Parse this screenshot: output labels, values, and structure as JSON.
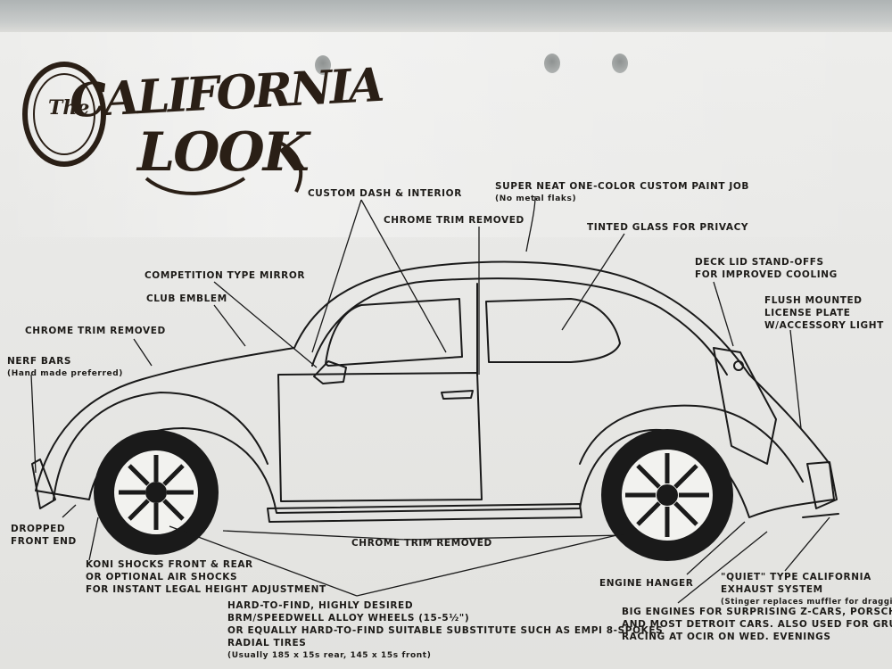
{
  "logo": {
    "the": "The",
    "line1": "CALIFORNIA",
    "line2": "LOOK"
  },
  "labels": {
    "custom_dash": "CUSTOM DASH & INTERIOR",
    "paint_job": "SUPER NEAT ONE-COLOR CUSTOM PAINT JOB",
    "paint_job_note": "(No metal flaks)",
    "chrome_trim_top": "CHROME TRIM REMOVED",
    "tinted_glass": "TINTED GLASS FOR PRIVACY",
    "deck_lid_1": "DECK LID STAND-OFFS",
    "deck_lid_2": "FOR IMPROVED COOLING",
    "competition_mirror": "COMPETITION TYPE MIRROR",
    "club_emblem": "CLUB EMBLEM",
    "flush_plate_1": "FLUSH MOUNTED",
    "flush_plate_2": "LICENSE PLATE",
    "flush_plate_3": "W/ACCESSORY LIGHT",
    "chrome_trim_left": "CHROME TRIM REMOVED",
    "nerf_bars": "NERF BARS",
    "nerf_bars_note": "(Hand made preferred)",
    "dropped_1": "DROPPED",
    "dropped_2": "FRONT END",
    "chrome_trim_bottom": "CHROME TRIM REMOVED",
    "koni_1": "KONI SHOCKS FRONT & REAR",
    "koni_2": "OR OPTIONAL AIR SHOCKS",
    "koni_3": "FOR INSTANT LEGAL HEIGHT ADJUSTMENT",
    "engine_hanger": "ENGINE HANGER",
    "quiet_1": "\"QUIET\" TYPE CALIFORNIA",
    "quiet_2": "EXHAUST SYSTEM",
    "quiet_note": "(Stinger replaces muffler for dragging)",
    "wheels_1": "HARD-TO-FIND, HIGHLY DESIRED",
    "wheels_2": "BRM/SPEEDWELL ALLOY WHEELS (15-5½\")",
    "wheels_3": "OR EQUALLY HARD-TO-FIND SUITABLE SUBSTITUTE SUCH AS EMPI 8-SPOKES",
    "wheels_4": "RADIAL TIRES",
    "wheels_note": "(Usually 185 x 15s rear, 145 x 15s front)",
    "big_engines_1": "BIG ENGINES FOR SURPRISING Z-CARS, PORSCHES,",
    "big_engines_2": "AND MOST DETROIT CARS. ALSO USED FOR GRUDGE",
    "big_engines_3": "RACING AT OCIR ON WED. EVENINGS"
  }
}
